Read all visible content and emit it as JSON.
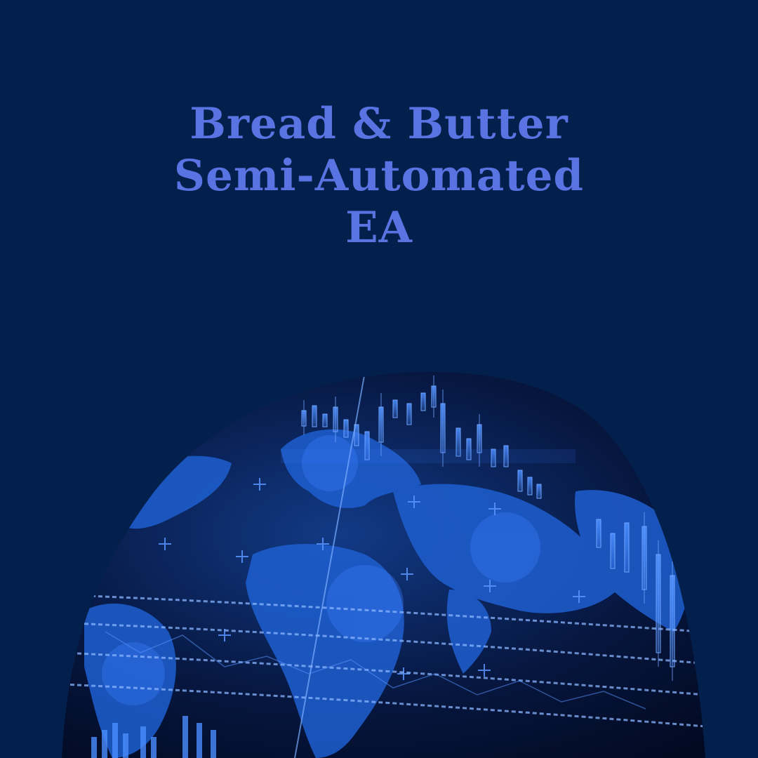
{
  "title": {
    "line1": "Bread & Butter",
    "line2": "Semi-Automated",
    "line3": "EA"
  },
  "colors": {
    "background": "#03204c",
    "title": "#5a73e3",
    "globe_dark": "#020a22",
    "globe_land": "#1f63d6",
    "globe_glow": "#3d8bff"
  },
  "image": {
    "icon": "globe-financial-chart-image"
  }
}
